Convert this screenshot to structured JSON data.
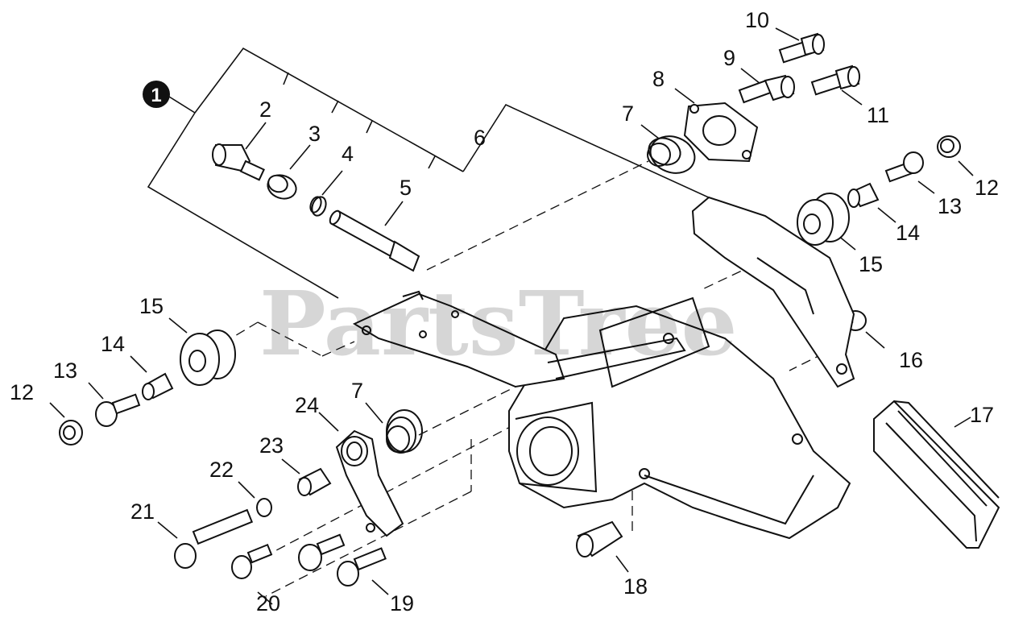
{
  "watermark": "PartsTree",
  "assembly_badge": "1",
  "callouts": {
    "c2": "2",
    "c3": "3",
    "c4": "4",
    "c5": "5",
    "c6": "6",
    "c7a": "7",
    "c8": "8",
    "c9": "9",
    "c10": "10",
    "c11": "11",
    "c12a": "12",
    "c13a": "13",
    "c14a": "14",
    "c15a": "15",
    "c16": "16",
    "c17": "17",
    "c18": "18",
    "c12b": "12",
    "c13b": "13",
    "c14b": "14",
    "c15b": "15",
    "c7b": "7",
    "c24": "24",
    "c23": "23",
    "c22": "22",
    "c21": "21",
    "c20": "20",
    "c19": "19"
  }
}
